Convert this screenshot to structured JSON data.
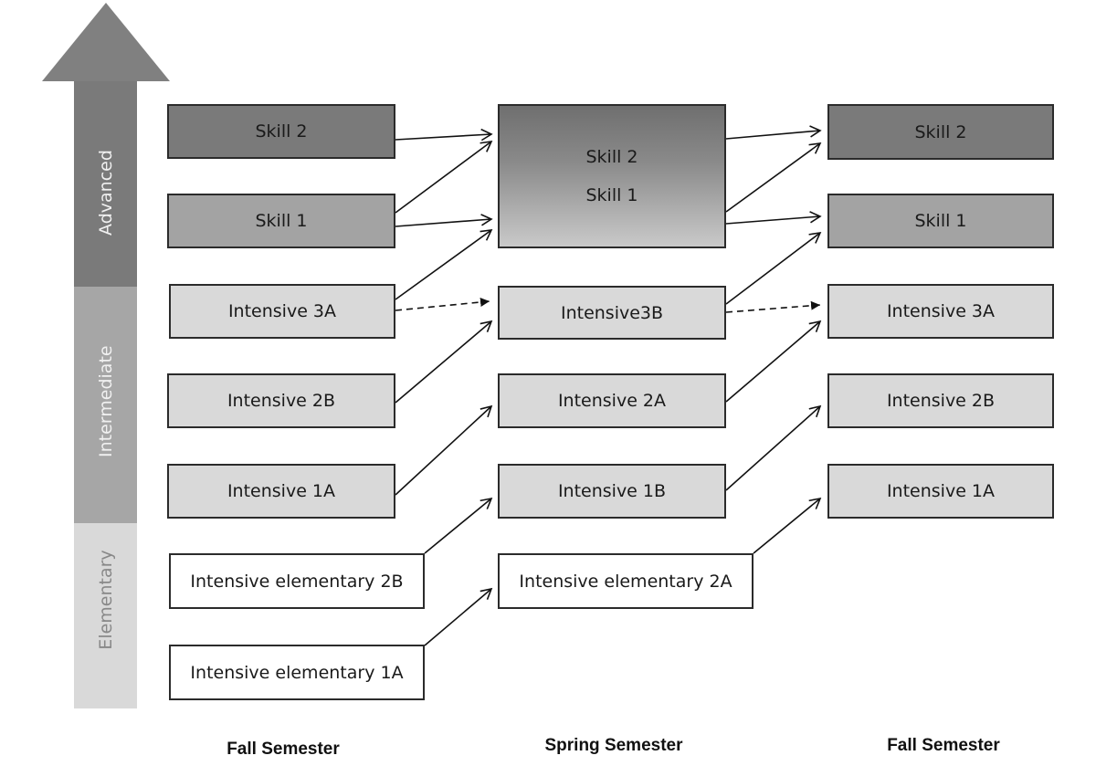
{
  "levels": {
    "advanced": "Advanced",
    "intermediate": "Intermediate",
    "elementary": "Elementary"
  },
  "columns": {
    "fall1": "Fall Semester",
    "spring": "Spring Semester",
    "fall2": "Fall Semester"
  },
  "fall1": {
    "skill2": "Skill 2",
    "skill1": "Skill 1",
    "int3a": "Intensive 3A",
    "int2b": "Intensive 2B",
    "int1a": "Intensive 1A",
    "elem2b": "Intensive elementary 2B",
    "elem1a": "Intensive elementary 1A"
  },
  "spring": {
    "skill2": "Skill 2",
    "skill1": "Skill 1",
    "int3b": "Intensive3B",
    "int2a": "Intensive 2A",
    "int1b": "Intensive 1B",
    "elem2a": "Intensive elementary 2A"
  },
  "fall2": {
    "skill2": "Skill 2",
    "skill1": "Skill 1",
    "int3a": "Intensive 3A",
    "int2b": "Intensive 2B",
    "int1a": "Intensive 1A"
  },
  "colors": {
    "advanced_band": "#7a7a7a",
    "intermediate_band": "#a6a6a6",
    "elementary_band": "#d9d9d9",
    "arrow_head": "#808080"
  }
}
